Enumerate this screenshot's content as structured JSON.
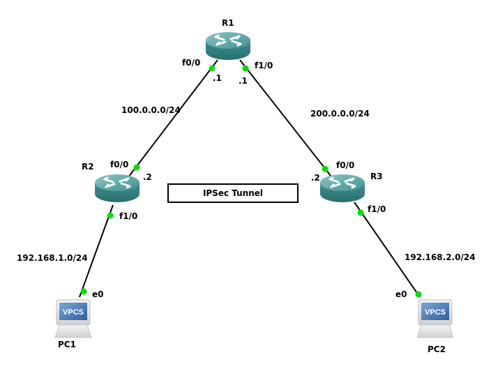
{
  "colors": {
    "link": "#000000",
    "port_dot": "#00e000",
    "router_top": "#5aa7a7",
    "router_side": "#2f8080",
    "screen": "#4a7fc0"
  },
  "devices": [
    {
      "id": "R1",
      "label": "R1",
      "type": "router"
    },
    {
      "id": "R2",
      "label": "R2",
      "type": "router"
    },
    {
      "id": "R3",
      "label": "R3",
      "type": "router"
    },
    {
      "id": "PC1",
      "label": "PC1",
      "type": "vpcs",
      "screen_text": "VPCS"
    },
    {
      "id": "PC2",
      "label": "PC2",
      "type": "vpcs",
      "screen_text": "VPCS"
    }
  ],
  "links": [
    {
      "from": "R1",
      "from_port": "f0/0",
      "from_ip": ".1",
      "to": "R2",
      "to_port": "f0/0",
      "to_ip": ".2",
      "network": "100.0.0.0/24"
    },
    {
      "from": "R1",
      "from_port": "f1/0",
      "from_ip": ".1",
      "to": "R3",
      "to_port": "f0/0",
      "to_ip": ".2",
      "network": "200.0.0.0/24"
    },
    {
      "from": "R2",
      "from_port": "f1/0",
      "to": "PC1",
      "to_port": "e0",
      "network": "192.168.1.0/24"
    },
    {
      "from": "R3",
      "from_port": "f1/0",
      "to": "PC2",
      "to_port": "e0",
      "network": "192.168.2.0/24"
    }
  ],
  "annotation": {
    "text": "IPSec Tunnel"
  }
}
